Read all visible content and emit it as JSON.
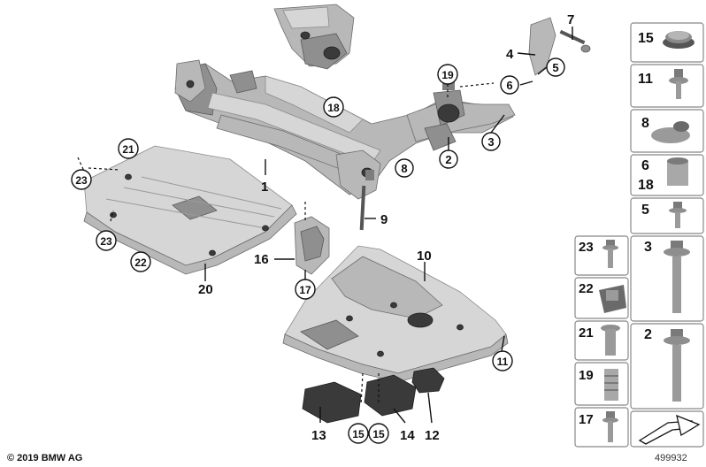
{
  "callouts": {
    "c1": "1",
    "c2": "2",
    "c3": "3",
    "c4": "4",
    "c5": "5",
    "c6": "6",
    "c7": "7",
    "c8": "8",
    "c9": "9",
    "c10": "10",
    "c11": "11",
    "c12": "12",
    "c13": "13",
    "c14": "14",
    "c15a": "15",
    "c15b": "15",
    "c16": "16",
    "c17": "17",
    "c18": "18",
    "c19": "19",
    "c20": "20",
    "c21": "21",
    "c22": "22",
    "c23a": "23",
    "c23b": "23"
  },
  "legend": {
    "r15": "15",
    "r11": "11",
    "r8": "8",
    "r6": "6",
    "r18": "18",
    "r5": "5",
    "r23": "23",
    "r3": "3",
    "r22": "22",
    "r21": "21",
    "r2": "2",
    "r19": "19",
    "r17": "17"
  },
  "footer": {
    "copyright": "© 2019 BMW AG",
    "doc_number": "499932"
  }
}
